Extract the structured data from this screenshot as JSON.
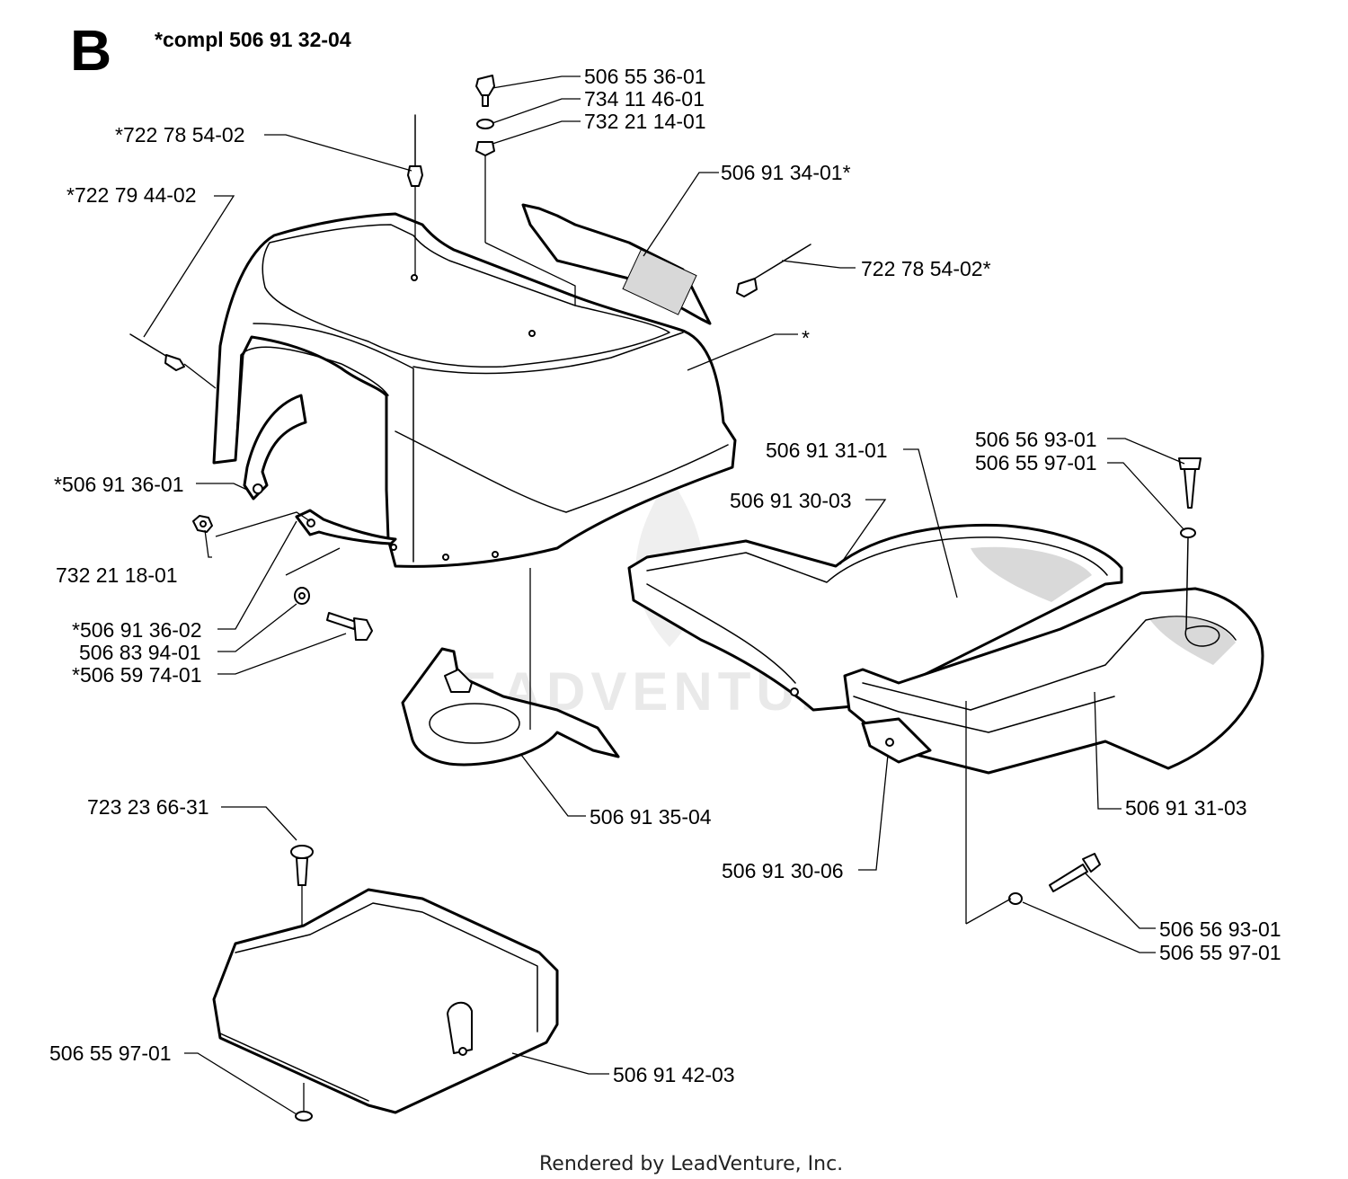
{
  "header": {
    "section_letter": "B",
    "compl_label": "*compl 506 91 32-04"
  },
  "watermark": "LEADVENTURE",
  "footer": {
    "text": "Rendered by LeadVenture, Inc."
  },
  "parts": [
    {
      "id": "p1",
      "label": "506 55 36-01"
    },
    {
      "id": "p2",
      "label": "734 11 46-01"
    },
    {
      "id": "p3",
      "label": "732 21 14-01"
    },
    {
      "id": "p4",
      "label": "*722 78 54-02"
    },
    {
      "id": "p5",
      "label": "506 91 34-01*"
    },
    {
      "id": "p6",
      "label": "*722 79 44-02"
    },
    {
      "id": "p7",
      "label": "722 78 54-02*"
    },
    {
      "id": "p8",
      "label": "*"
    },
    {
      "id": "p9",
      "label": "506 56 93-01"
    },
    {
      "id": "p10",
      "label": "506 55 97-01"
    },
    {
      "id": "p11",
      "label": "506 91 31-01"
    },
    {
      "id": "p12",
      "label": "*506 91 36-01"
    },
    {
      "id": "p13",
      "label": "506 91 30-03"
    },
    {
      "id": "p14",
      "label": "732 21 18-01"
    },
    {
      "id": "p15",
      "label": "*506 91 36-02"
    },
    {
      "id": "p16",
      "label": "506 83 94-01"
    },
    {
      "id": "p17",
      "label": "*506 59 74-01"
    },
    {
      "id": "p18",
      "label": "723 23 66-31"
    },
    {
      "id": "p19",
      "label": "506 91 35-04"
    },
    {
      "id": "p20",
      "label": "506 91 31-03"
    },
    {
      "id": "p21",
      "label": "506 91 30-06"
    },
    {
      "id": "p22",
      "label": "506 56 93-01"
    },
    {
      "id": "p23",
      "label": "506 55 97-01"
    },
    {
      "id": "p24",
      "label": "506 55 97-01"
    },
    {
      "id": "p25",
      "label": "506 91 42-03"
    }
  ]
}
